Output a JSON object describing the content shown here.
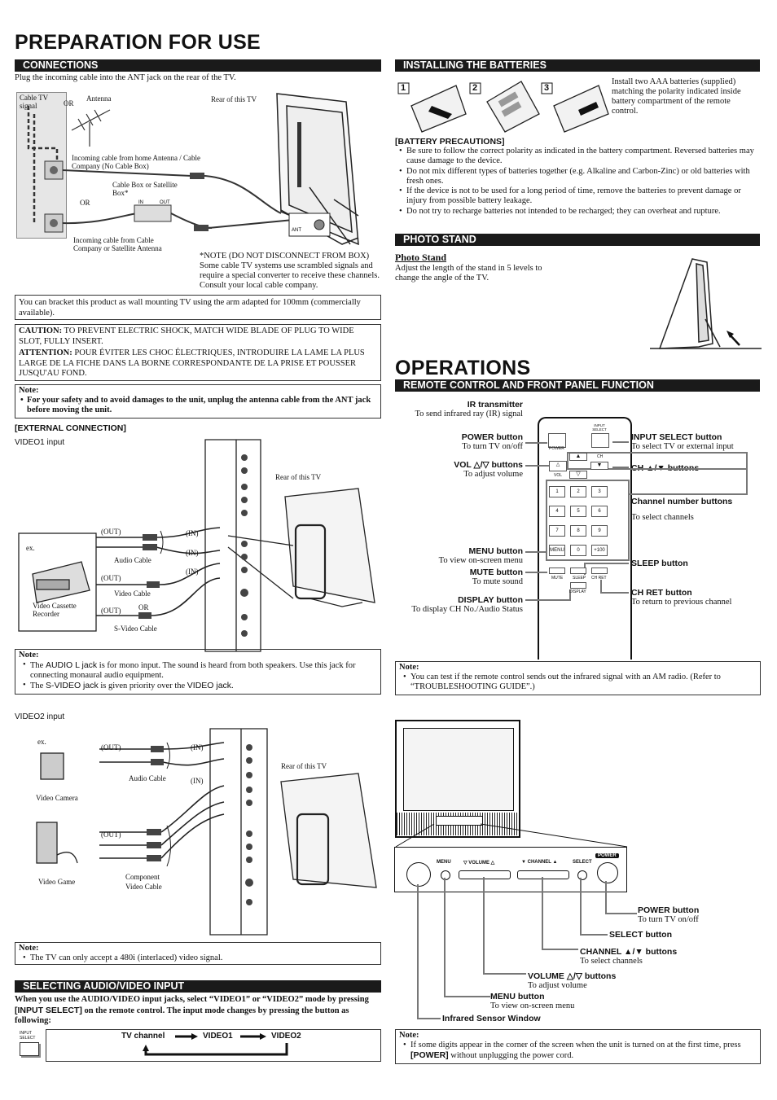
{
  "prep": {
    "title": "PREPARATION FOR USE",
    "connections": {
      "header": "CONNECTIONS",
      "intro": "Plug the incoming cable into the ANT jack on the rear of the TV.",
      "cable_tv_signal": "Cable TV signal",
      "or1": "OR",
      "antenna": "Antenna",
      "rear_of_tv": "Rear of this TV",
      "incoming_home": "Incoming cable from home Antenna / Cable Company (No Cable Box)",
      "cable_box": "Cable Box or Satellite Box*",
      "or2": "OR",
      "in_label": "IN",
      "out_label": "OUT",
      "ant_label": "ANT",
      "incoming_sat": "Incoming cable from Cable Company or Satellite Antenna",
      "note_star": "*NOTE (DO NOT DISCONNECT FROM BOX) Some cable TV systems use scrambled signals and require a special converter to receive these channels. Consult your local cable company."
    },
    "wall_mount": "You can bracket this product as wall mounting TV using the arm adapted for 100mm (commercially available).",
    "caution": {
      "caution_label": "CAUTION:",
      "caution_text": "TO PREVENT ELECTRIC SHOCK, MATCH WIDE BLADE OF PLUG TO WIDE SLOT, FULLY INSERT.",
      "attention_label": "ATTENTION:",
      "attention_text": "POUR ÉVITER LES CHOC ÉLECTRIQUES, INTRODUIRE LA LAME LA PLUS LARGE DE LA FICHE DANS LA BORNE CORRESPONDANTE DE LA PRISE ET POUSSER JUSQU'AU FOND."
    },
    "note_antenna": {
      "label": "Note:",
      "text": "For your safety and to avoid damages to the unit, unplug the antenna cable from the ANT jack before moving the unit."
    },
    "external": {
      "header": "[EXTERNAL CONNECTION]",
      "video1_input": "VIDEO1 input",
      "rear_of_tv": "Rear of this TV",
      "ex": "ex.",
      "vcr": "Video Cassette Recorder",
      "audio_cable": "Audio Cable",
      "video_cable": "Video Cable",
      "svideo_cable": "S-Video Cable",
      "or": "OR",
      "out": "(OUT)",
      "in": "(IN)",
      "note_label": "Note:",
      "note1_a": "The ",
      "note1_b": "AUDIO L jack",
      "note1_c": " is for mono input. The sound is heard from both speakers. Use this jack for connecting monaural audio equipment.",
      "note2_a": "The ",
      "note2_b": "S-VIDEO jack",
      "note2_c": " is given priority over the ",
      "note2_d": "VIDEO jack",
      "note2_e": ".",
      "video2_input": "VIDEO2 input",
      "video_camera": "Video Camera",
      "video_game": "Video Game",
      "component_cable": "Component Video Cable",
      "note3_label": "Note:",
      "note3": "The TV can only accept a 480i (interlaced) video signal."
    },
    "selecting": {
      "header": "SELECTING AUDIO/VIDEO INPUT",
      "text_a": "When you use the AUDIO/VIDEO input jacks, select “VIDEO1” or “VIDEO2” mode by pressing ",
      "text_b": "[INPUT SELECT]",
      "text_c": " on the remote control. The input mode changes by pressing the button as following:",
      "icon_label": "INPUT SELECT",
      "flow1": "TV channel",
      "flow2": "VIDEO1",
      "flow3": "VIDEO2"
    }
  },
  "batteries": {
    "header": "INSTALLING THE BATTERIES",
    "step1": "1",
    "step2": "2",
    "step3": "3",
    "text": "Install two AAA batteries (supplied) matching the polarity indicated inside battery compartment of the remote control.",
    "prec_header": "[BATTERY PRECAUTIONS]",
    "prec": [
      "Be sure to follow the correct polarity as indicated in the battery compartment. Reversed batteries may cause damage to the device.",
      "Do not mix different types of batteries together (e.g. Alkaline and Carbon-Zinc) or old batteries with fresh ones.",
      "If the device is not to be used for a long period of time, remove the batteries to prevent damage or injury from possible battery leakage.",
      "Do not try to recharge batteries not intended to be recharged; they can overheat and rupture."
    ]
  },
  "stand": {
    "header": "PHOTO STAND",
    "title": "Photo Stand",
    "text": "Adjust the length of the stand in 5 levels to change the angle of the TV."
  },
  "operations": {
    "title": "OPERATIONS",
    "remote_header": "REMOTE CONTROL AND FRONT PANEL FUNCTION",
    "ir_title": "IR transmitter",
    "ir_desc": "To send infrared ray (IR) signal",
    "power_title": "POWER button",
    "power_desc": "To turn TV on/off",
    "vol_title": "VOL △/▽ buttons",
    "vol_desc": "To adjust volume",
    "menu_title": "MENU button",
    "menu_desc": "To view on-screen menu",
    "mute_title": "MUTE button",
    "mute_desc": "To mute sound",
    "display_title": "DISPLAY button",
    "display_desc": "To display CH No./Audio Status",
    "input_title": "INPUT SELECT button",
    "input_desc": "To select TV or external input",
    "ch_title": "CH ▲/▼ buttons",
    "num_title": "Channel number buttons",
    "num_desc": "To select channels",
    "sleep_title": "SLEEP button",
    "chret_title": "CH RET button",
    "chret_desc": "To return to previous channel",
    "remote_keys": {
      "power": "POWER",
      "input": "INPUT SELECT",
      "vol": "VOL",
      "ch": "CH",
      "nums": [
        "1",
        "2",
        "3",
        "4",
        "5",
        "6",
        "7",
        "8",
        "9",
        "MENU",
        "0",
        "+100"
      ],
      "mute": "MUTE",
      "sleep": "SLEEP",
      "chret": "CH RET",
      "display": "DISPLAY"
    },
    "note_label": "Note:",
    "note_text": "You can test if the remote control sends out the infrared signal with an AM radio. (Refer to “TROUBLESHOOTING GUIDE”.)",
    "panel": {
      "menu": "MENU",
      "volume": "▽ VOLUME △",
      "channel": "▼ CHANNEL ▲",
      "select": "SELECT",
      "power": "POWER"
    },
    "fp_power_title": "POWER button",
    "fp_power_desc": "To turn TV on/off",
    "fp_select_title": "SELECT button",
    "fp_channel_title": "CHANNEL ▲/▼ buttons",
    "fp_channel_desc": "To select channels",
    "fp_volume_title": "VOLUME △/▽ buttons",
    "fp_volume_desc": "To adjust volume",
    "fp_menu_title": "MENU button",
    "fp_menu_desc": "To view on-screen menu",
    "fp_ir_title": "Infrared Sensor Window",
    "note2_label": "Note:",
    "note2_a": "If some digits appear in the corner of the screen when the unit is turned on at the first time, press ",
    "note2_b": "[POWER]",
    "note2_c": " without unplugging the power cord."
  }
}
